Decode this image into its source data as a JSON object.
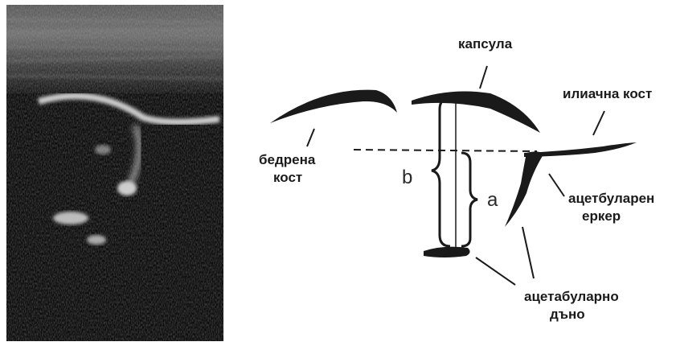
{
  "labels": {
    "capsule": "капсула",
    "iliac_bone": "илиачна кост",
    "femur_line1": "бедрена",
    "femur_line2": "кост",
    "acetabular_roof_line1": "ацетбуларен",
    "acetabular_roof_line2": "еркер",
    "acetabular_floor_line1": "ацетабуларно",
    "acetabular_floor_line2": "дъно",
    "measure_b": "b",
    "measure_a": "a"
  },
  "colors": {
    "ink": "#1a1a1a",
    "background": "#ffffff",
    "ultrasound_dark": "#0b0b0b"
  }
}
